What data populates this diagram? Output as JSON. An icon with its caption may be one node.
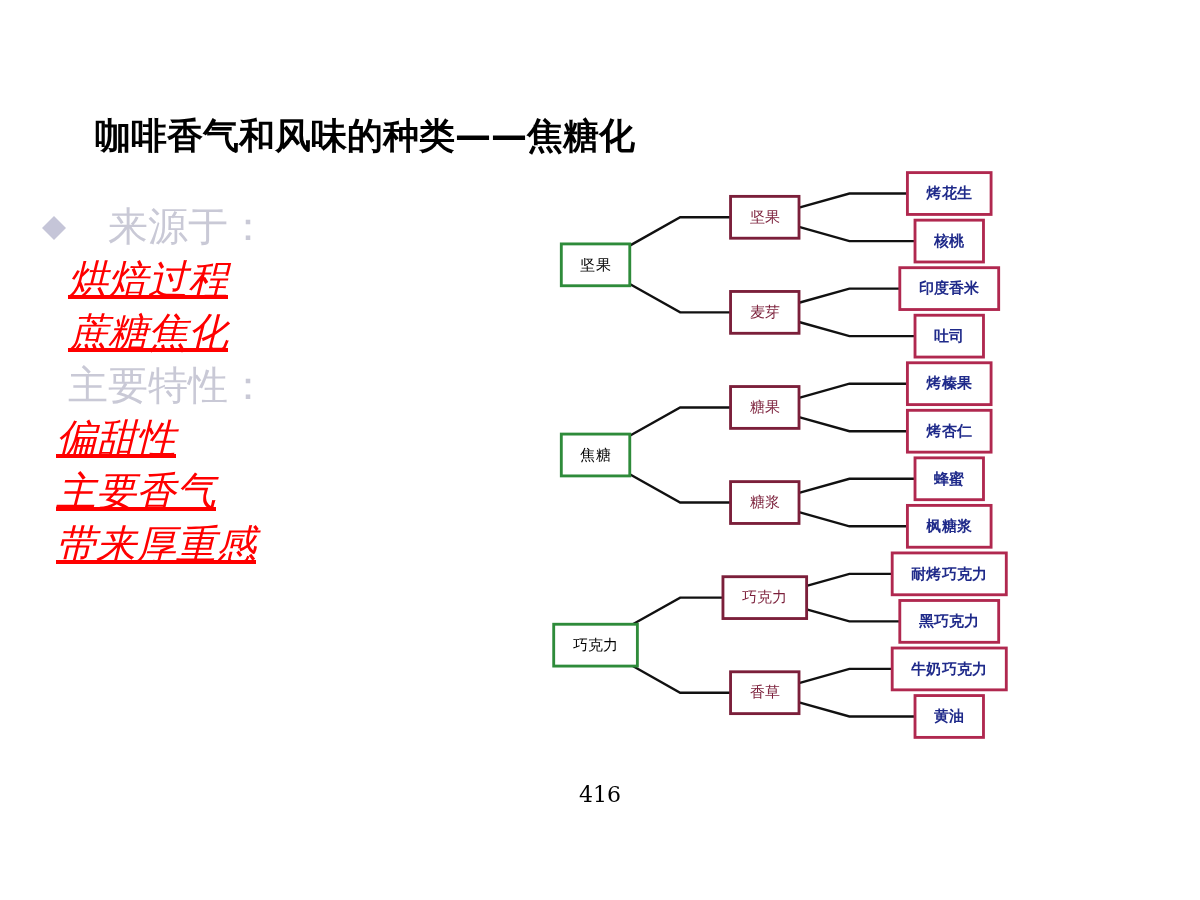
{
  "diagram": {
    "title": "咖啡香气和风味的种类——焦糖化",
    "nodes": [
      {
        "text": [
          "坚果"
        ]
      },
      {
        "text": [
          "坚果"
        ]
      },
      {
        "text": [
          "烤花生"
        ]
      },
      {
        "text": [
          "核桃"
        ]
      },
      {
        "text": [
          "麦芽"
        ]
      },
      {
        "text": [
          "印度香米"
        ]
      },
      {
        "text": [
          "吐司"
        ]
      },
      {
        "text": [
          "焦糖"
        ]
      },
      {
        "text": [
          "糖果"
        ]
      },
      {
        "text": [
          "烤榛果"
        ]
      },
      {
        "text": [
          "烤杏仁"
        ]
      },
      {
        "text": [
          "糖浆"
        ]
      },
      {
        "text": [
          "蜂蜜"
        ]
      },
      {
        "text": [
          "枫糖浆"
        ]
      },
      {
        "text": [
          "巧克力"
        ]
      },
      {
        "text": [
          "巧克力"
        ]
      },
      {
        "text": [
          "耐烤巧克力"
        ]
      },
      {
        "text": [
          "黑巧克力"
        ]
      },
      {
        "text": [
          "香草"
        ]
      },
      {
        "text": [
          "牛奶巧克力"
        ]
      },
      {
        "text": [
          "黄油"
        ]
      }
    ],
    "edges": [
      {
        "from": 0,
        "to": 1,
        "arrow": "none"
      },
      {
        "from": 1,
        "to": 2,
        "arrow": "none"
      },
      {
        "from": 1,
        "to": 3,
        "arrow": "none"
      },
      {
        "from": 0,
        "to": 4,
        "arrow": "none"
      },
      {
        "from": 4,
        "to": 5,
        "arrow": "none"
      },
      {
        "from": 4,
        "to": 6,
        "arrow": "none"
      },
      {
        "from": 7,
        "to": 8,
        "arrow": "none"
      },
      {
        "from": 8,
        "to": 9,
        "arrow": "none"
      },
      {
        "from": 8,
        "to": 10,
        "arrow": "none"
      },
      {
        "from": 7,
        "to": 11,
        "arrow": "none"
      },
      {
        "from": 11,
        "to": 12,
        "arrow": "none"
      },
      {
        "from": 11,
        "to": 13,
        "arrow": "none"
      },
      {
        "from": 14,
        "to": 15,
        "arrow": "none"
      },
      {
        "from": 15,
        "to": 16,
        "arrow": "none"
      },
      {
        "from": 15,
        "to": 17,
        "arrow": "none"
      },
      {
        "from": 14,
        "to": 18,
        "arrow": "none"
      },
      {
        "from": 18,
        "to": 19,
        "arrow": "none"
      },
      {
        "from": 18,
        "to": 20,
        "arrow": "none"
      }
    ],
    "labels": [
      "来源于：",
      "烘焙过程",
      "蔗糖焦化",
      "主要特性：",
      "偏甜性",
      "主要香气",
      "带来厚重感",
      "416"
    ]
  }
}
